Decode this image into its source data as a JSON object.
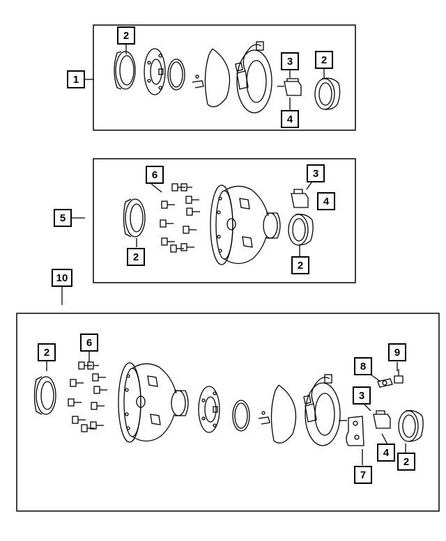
{
  "callouts": {
    "g1": {
      "assembly": "1",
      "seal_left": "2",
      "sensor": "3",
      "bracket": "4",
      "seal_right": "2"
    },
    "g5": {
      "assembly": "5",
      "bolts": "6",
      "sensor": "3",
      "bracket": "4",
      "seal_left": "2",
      "seal_right": "2"
    },
    "g10": {
      "assembly": "10",
      "seal_left": "2",
      "bolts": "6",
      "clip": "8",
      "plug": "9",
      "sensor": "3",
      "bracket": "7",
      "clip_bracket": "4",
      "seal_right": "2"
    }
  },
  "colors": {
    "line": "#000000",
    "background": "#ffffff"
  }
}
